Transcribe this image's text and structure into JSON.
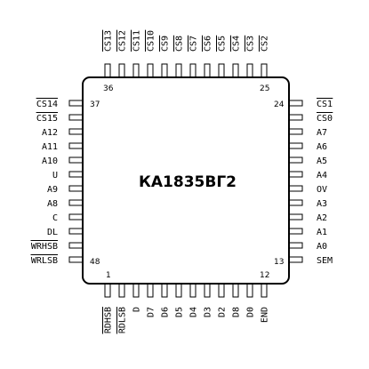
{
  "chip": {
    "name": "КА1835ВГ2",
    "corner_numbers": {
      "top_left": "36",
      "top_right": "25",
      "left_top": "37",
      "right_top": "24",
      "left_bottom": "48",
      "right_bottom": "13",
      "bottom_left": "1",
      "bottom_right": "12"
    }
  },
  "pins": {
    "top": [
      {
        "label": "CS13",
        "overline": true
      },
      {
        "label": "CS12",
        "overline": true
      },
      {
        "label": "CS11",
        "overline": true
      },
      {
        "label": "CS10",
        "overline": true
      },
      {
        "label": "CS9",
        "overline": true
      },
      {
        "label": "CS8",
        "overline": true
      },
      {
        "label": "CS7",
        "overline": true
      },
      {
        "label": "CS6",
        "overline": true
      },
      {
        "label": "CS5",
        "overline": true
      },
      {
        "label": "CS4",
        "overline": true
      },
      {
        "label": "CS3",
        "overline": true
      },
      {
        "label": "CS2",
        "overline": true
      }
    ],
    "left": [
      {
        "label": "CS14",
        "overline": true
      },
      {
        "label": "CS15",
        "overline": true
      },
      {
        "label": "A12",
        "overline": false
      },
      {
        "label": "A11",
        "overline": false
      },
      {
        "label": "A10",
        "overline": false
      },
      {
        "label": "U",
        "overline": false
      },
      {
        "label": "A9",
        "overline": false
      },
      {
        "label": "A8",
        "overline": false
      },
      {
        "label": "C",
        "overline": false
      },
      {
        "label": "DL",
        "overline": false
      },
      {
        "label": "WRHSB",
        "overline": true
      },
      {
        "label": "WRLSB",
        "overline": true
      }
    ],
    "right": [
      {
        "label": "CS1",
        "overline": true
      },
      {
        "label": "CS0",
        "overline": true
      },
      {
        "label": "A7",
        "overline": false
      },
      {
        "label": "A6",
        "overline": false
      },
      {
        "label": "A5",
        "overline": false
      },
      {
        "label": "A4",
        "overline": false
      },
      {
        "label": "OV",
        "overline": false
      },
      {
        "label": "A3",
        "overline": false
      },
      {
        "label": "A2",
        "overline": false
      },
      {
        "label": "A1",
        "overline": false
      },
      {
        "label": "A0",
        "overline": false
      },
      {
        "label": "SEM",
        "overline": false
      }
    ],
    "bottom": [
      {
        "label": "RDHSB",
        "overline": true
      },
      {
        "label": "RDLSB",
        "overline": true
      },
      {
        "label": "D",
        "overline": false
      },
      {
        "label": "D7",
        "overline": false
      },
      {
        "label": "D6",
        "overline": false
      },
      {
        "label": "D5",
        "overline": false
      },
      {
        "label": "D4",
        "overline": false
      },
      {
        "label": "D3",
        "overline": false
      },
      {
        "label": "D2",
        "overline": false
      },
      {
        "label": "D8",
        "overline": false
      },
      {
        "label": "D0",
        "overline": false
      },
      {
        "label": "END",
        "overline": false
      }
    ]
  }
}
